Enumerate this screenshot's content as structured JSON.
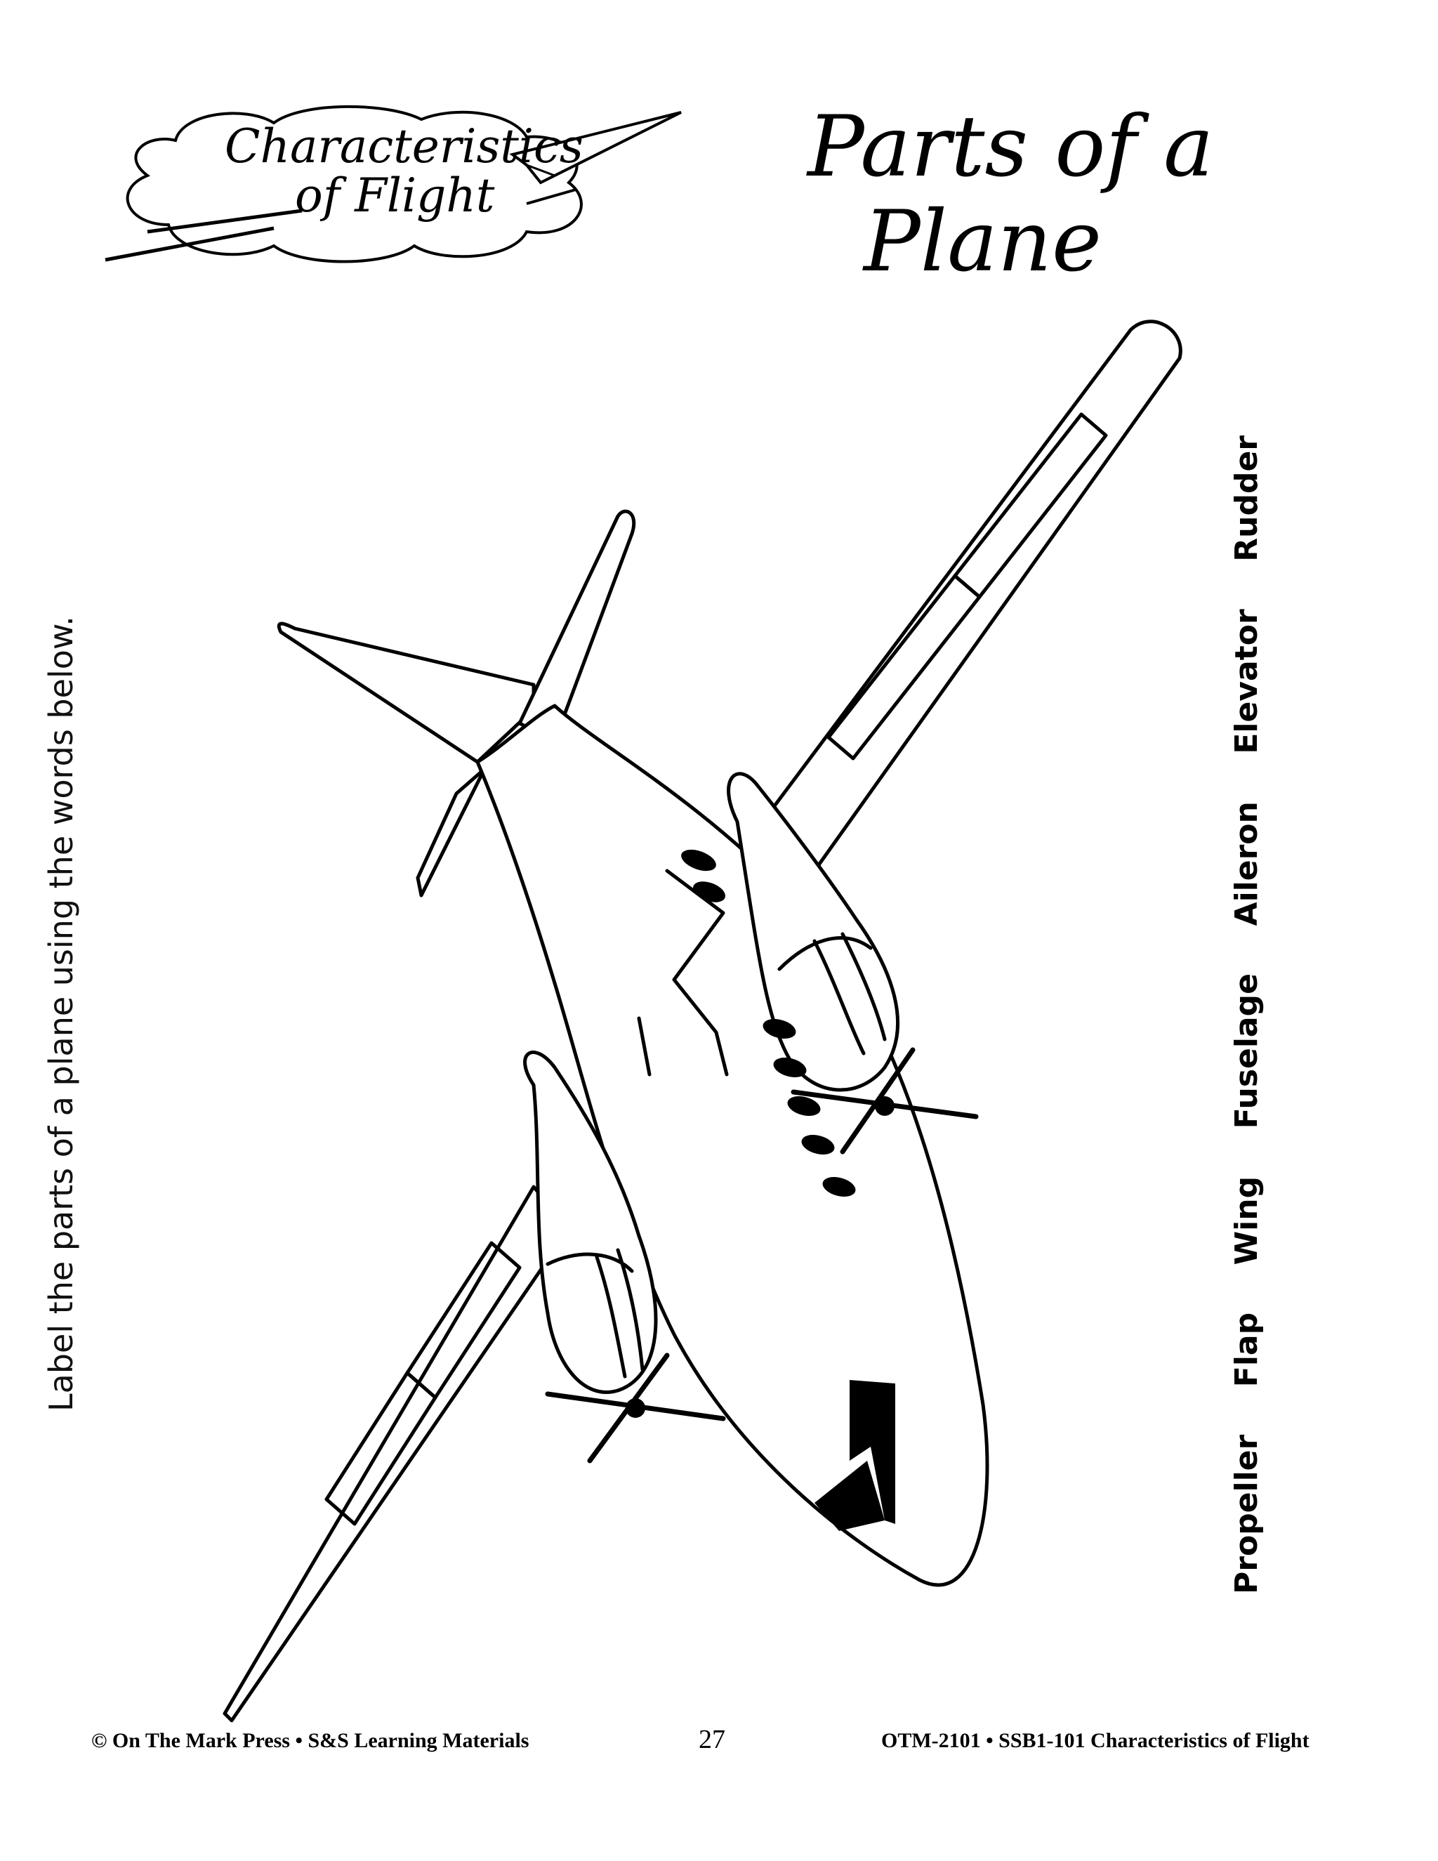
{
  "logo": {
    "line1": "Characteristics",
    "line2": "of Flight"
  },
  "title": {
    "line1": "Parts of a",
    "line2": "Plane"
  },
  "instruction": "Label the parts of a plane using the words below.",
  "word_bank": [
    "Propeller",
    "Flap",
    "Wing",
    "Fuselage",
    "Aileron",
    "Elevator",
    "Rudder"
  ],
  "footer": {
    "left": "© On The Mark Press • S&S Learning Materials",
    "page_number": "27",
    "right": "OTM-2101 • SSB1-101 Characteristics of Flight"
  }
}
